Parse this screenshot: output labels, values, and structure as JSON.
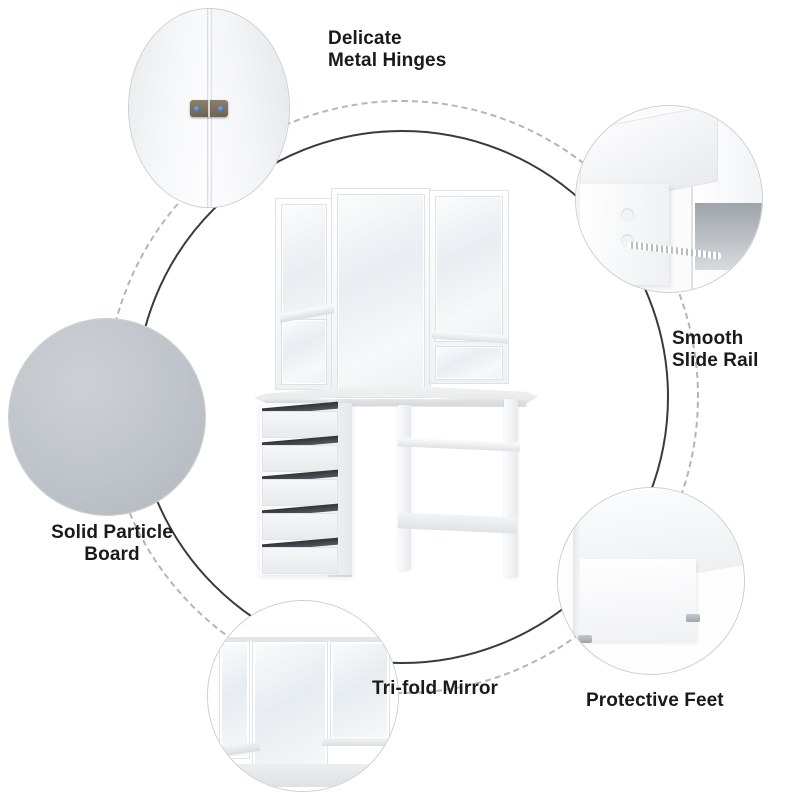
{
  "product": {
    "name": "corner-vanity-desk-with-trifold-mirror",
    "mirror_panels": 3,
    "drawer_count": 5
  },
  "callouts": [
    {
      "id": "hinges",
      "label": "Delicate\nMetal Hinges",
      "image_name": "hinge-closeup-photo",
      "position": "top-left"
    },
    {
      "id": "rail",
      "label": "Smooth\nSlide Rail",
      "image_name": "drawer-slide-rail-closeup-photo",
      "position": "top-right"
    },
    {
      "id": "board",
      "label": "Solid Particle\nBoard",
      "image_name": "particle-board-swatch-photo",
      "position": "left"
    },
    {
      "id": "mirror",
      "label": "Tri-fold Mirror",
      "image_name": "trifold-mirror-closeup-photo",
      "position": "bottom-left"
    },
    {
      "id": "feet",
      "label": "Protective Feet",
      "image_name": "protective-feet-closeup-photo",
      "position": "bottom-right"
    }
  ],
  "colors": {
    "background": "#ffffff",
    "text": "#1a1a1a",
    "ring_solid": "#3a3a3a",
    "ring_dashed": "#b5b5b5",
    "bubble_border": "#c9ccd1",
    "particle_board": "#bfc4ca",
    "hinge_metal": "#7d715f",
    "hinge_screw": "#3f6aa5",
    "furniture_white": "#f4f5f6",
    "drawer_gap_shadow": "#2f3237"
  }
}
